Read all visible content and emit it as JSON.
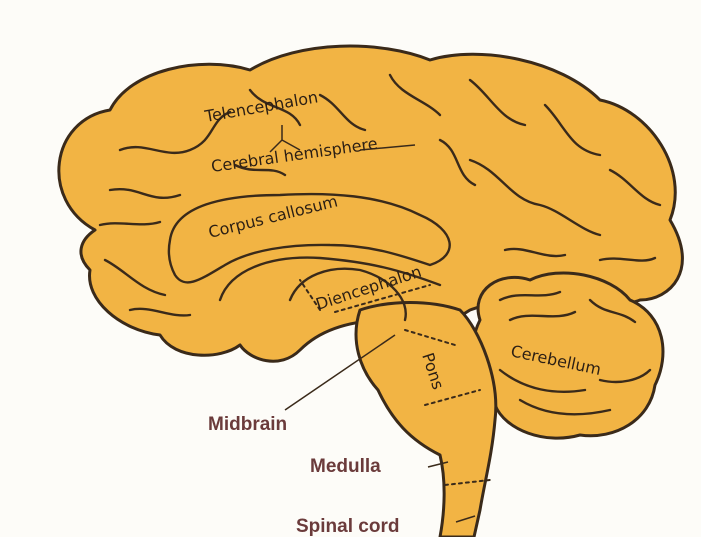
{
  "labels": {
    "telencephalon": "Telencephalon",
    "cerebral_hemisphere": "Cerebral hemisphere",
    "corpus_callosum": "Corpus callosum",
    "diencephalon": "Diencephalon",
    "cerebellum": "Cerebellum",
    "pons": "Pons",
    "midbrain": "Midbrain",
    "medulla": "Medulla",
    "spinal_cord": "Spinal cord"
  },
  "colors": {
    "brain_fill": "#f2b444",
    "outline": "#3a2a1a",
    "outer_label": "#6b3b3b"
  }
}
